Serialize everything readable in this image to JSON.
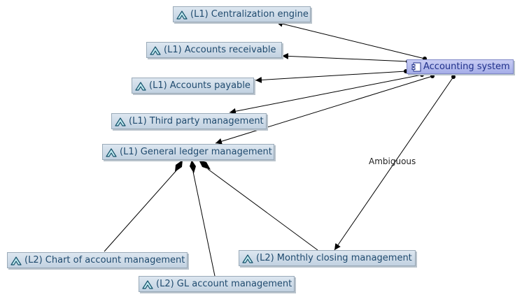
{
  "diagram": {
    "system": {
      "label": "Accounting system",
      "icon": "component-icon"
    },
    "l1_nodes": [
      {
        "key": "centralization",
        "label": "(L1) Centralization engine",
        "icon": "capability-icon"
      },
      {
        "key": "receivable",
        "label": "(L1) Accounts receivable",
        "icon": "capability-icon"
      },
      {
        "key": "payable",
        "label": "(L1) Accounts payable",
        "icon": "capability-icon"
      },
      {
        "key": "third-party",
        "label": "(L1) Third party management",
        "icon": "capability-icon"
      },
      {
        "key": "general-ledger",
        "label": "(L1) General ledger management",
        "icon": "capability-icon"
      }
    ],
    "l2_nodes": [
      {
        "key": "chart-of-accounts",
        "label": "(L2) Chart of account management",
        "icon": "capability-icon"
      },
      {
        "key": "gl-account",
        "label": "(L2) GL account management",
        "icon": "capability-icon"
      },
      {
        "key": "monthly-closing",
        "label": "(L2) Monthly closing management",
        "icon": "capability-icon"
      }
    ],
    "edge_labels": {
      "ambiguous": "Ambiguous"
    },
    "colors": {
      "node_fill": "#c9d8e6",
      "node_border": "#9aaab8",
      "node_text": "#1f4a6e",
      "system_fill": "#aeb5ea",
      "system_text": "#1f2f8a",
      "edge": "#000000"
    }
  }
}
